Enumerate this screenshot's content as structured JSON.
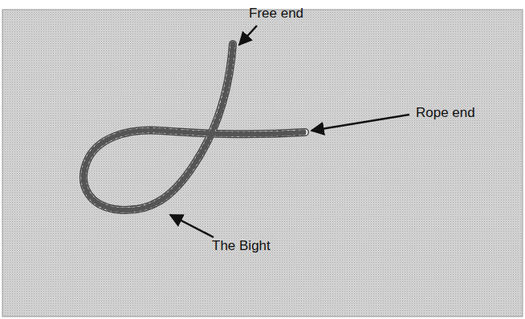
{
  "diagram": {
    "labels": [
      "Free end",
      "Rope end",
      "The Bight"
    ]
  }
}
